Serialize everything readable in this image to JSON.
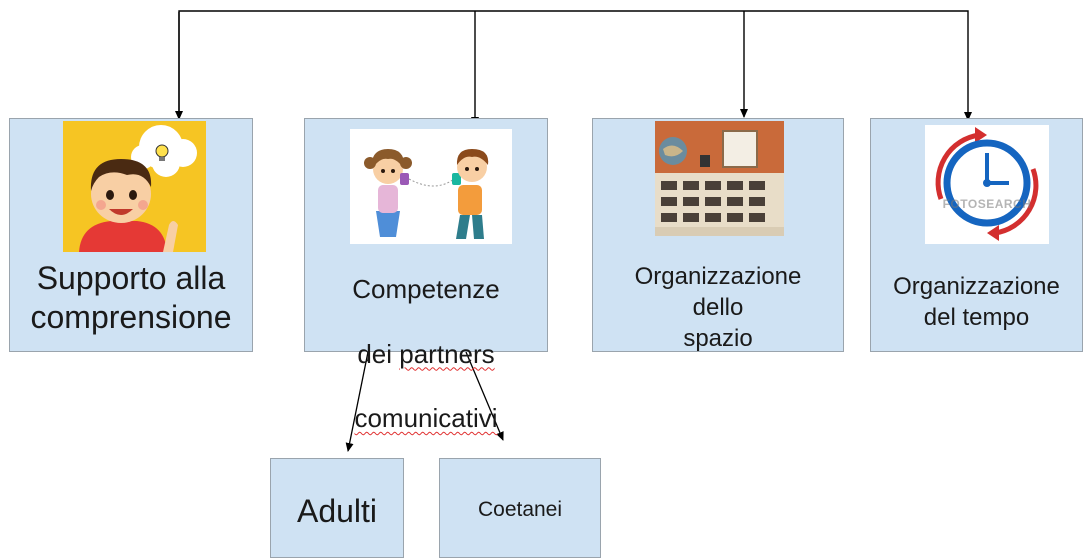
{
  "diagram": {
    "nodes": {
      "supporto": {
        "label": "Supporto alla\ncomprensione",
        "icon": "child-idea-icon"
      },
      "competenze": {
        "line1": "Competenze",
        "line2_prefix": "dei ",
        "line2_flagged": "partners",
        "line3_flagged": "comunicativi",
        "icon": "children-tin-can-phone-icon"
      },
      "spazio": {
        "label": "Organizzazione\ndello\n spazio",
        "icon": "drawer-cabinet-photo-icon"
      },
      "tempo": {
        "label": "Organizzazione\ndel tempo",
        "icon": "clock-cycle-icon",
        "watermark": "FOTOSEARCH"
      },
      "adulti": {
        "label": "Adulti"
      },
      "coetanei": {
        "label": "Coetanei"
      }
    },
    "edges": [
      {
        "from": "top-bus",
        "to": "supporto"
      },
      {
        "from": "top-bus",
        "to": "competenze"
      },
      {
        "from": "top-bus",
        "to": "spazio"
      },
      {
        "from": "top-bus",
        "to": "tempo"
      },
      {
        "from": "competenze",
        "to": "adulti"
      },
      {
        "from": "competenze",
        "to": "coetanei"
      }
    ],
    "colors": {
      "box_fill": "#cfe2f3",
      "box_border": "#9aa4ad",
      "connector": "#000000",
      "spellcheck_underline": "#e03030",
      "clock_blue": "#1565c0",
      "clock_red": "#d32f2f"
    }
  }
}
